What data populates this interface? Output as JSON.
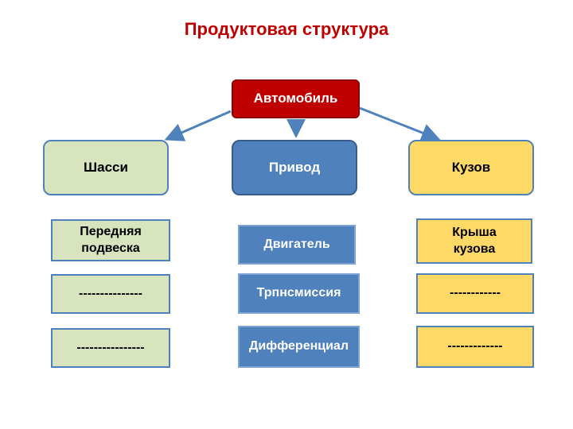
{
  "title": "Продуктовая структура",
  "colors": {
    "title": "#c00000",
    "root": "#c00000",
    "chassis": "#d7e4bd",
    "drive": "#4f81bd",
    "body": "#ffd966",
    "arrow": "#4f81bd"
  },
  "root": {
    "label": "Автомобиль"
  },
  "categories": [
    {
      "label": "Шасси",
      "items": [
        "Передняя подвеска",
        "---------------",
        "----------------"
      ]
    },
    {
      "label": "Привод",
      "items": [
        "Двигатель",
        "Трпнсмиссия",
        "Дифференциал"
      ]
    },
    {
      "label": "Кузов",
      "items": [
        "Крыша кузова",
        "------------",
        "-------------"
      ]
    }
  ]
}
